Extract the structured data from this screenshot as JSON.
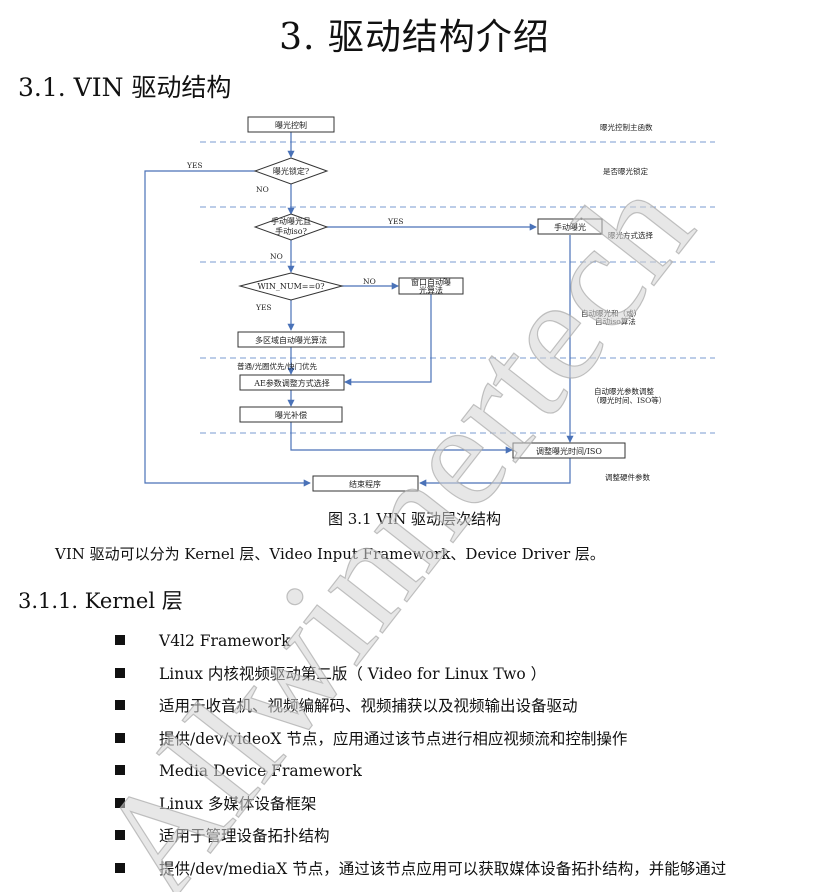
{
  "heading1": "3. 驱动结构介绍",
  "heading2": "3.1. VIN 驱动结构",
  "heading3": "3.1.1. Kernel 层",
  "figure": {
    "caption": "图 3.1 VIN 驱动层次结构",
    "nodes": {
      "exposure_control": "曝光控制",
      "lock_q": "曝光锁定?",
      "manual_q1": "手动曝光且",
      "manual_q2": "手动iso?",
      "manual_exposure": "手动曝光",
      "win_q": "WIN_NUM==0?",
      "window_auto1": "窗口自动曝",
      "window_auto2": "光算法",
      "multi_zone": "多区域自动曝光算法",
      "ae_select": "AE参数调整方式选择",
      "compensation": "曝光补偿",
      "adjust_time": "调整曝光时间/ISO",
      "end": "结束程序"
    },
    "labels": {
      "yes_left": "YES",
      "no1": "NO",
      "yes_mid": "YES",
      "no2": "NO",
      "no3": "NO",
      "yes_low": "YES",
      "priority": "普通/光圈优先/快门优先",
      "auto_exp1": "自动曝光和（或）",
      "auto_exp2": "自动iso算法"
    },
    "side_labels": {
      "main_fn": "曝光控制主函数",
      "is_locked": "是否曝光锁定",
      "mode_select": "曝光方式选择",
      "param_adjust1": "自动曝光参数调整",
      "param_adjust2": "（曝光时间、ISO等）",
      "hw_params": "调整硬件参数"
    }
  },
  "paragraph": "VIN 驱动可以分为 Kernel 层、Video Input Framework、Device Driver 层。",
  "bullets": [
    "V4l2 Framework",
    "Linux 内核视频驱动第二版（  Video for Linux Two  ）",
    "适用于收音机、视频编解码、视频捕获以及视频输出设备驱动",
    "提供/dev/videoX 节点，应用通过该节点进行相应视频流和控制操作",
    "Media Device Framework",
    "Linux 多媒体设备框架",
    "适用于管理设备拓扑结构",
    "提供/dev/mediaX 节点，通过该节点应用可以获取媒体设备拓扑结构，并能够通过"
  ],
  "watermark": "Allwinnertech",
  "colors": {
    "flow_line": "#4a72b8",
    "text": "#111111",
    "watermark": "#d3d3d3"
  }
}
